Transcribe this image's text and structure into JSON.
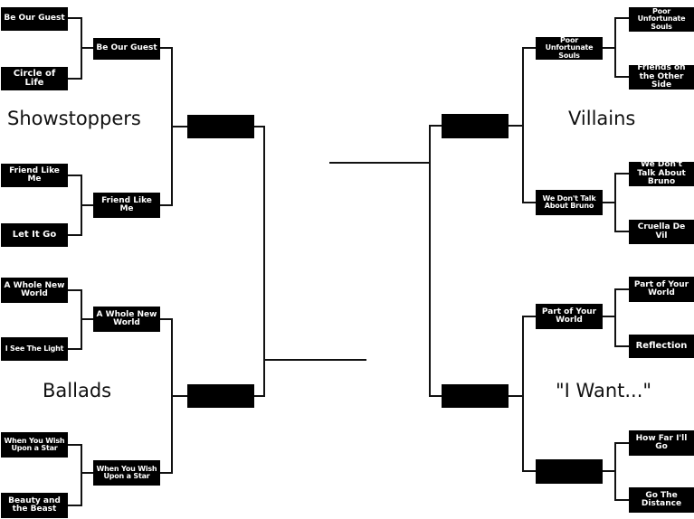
{
  "regions": {
    "top_left": "Showstoppers",
    "bottom_left": "Ballads",
    "top_right": "Villains",
    "bottom_right": "\"I Want...\""
  },
  "round1": {
    "showstoppers": [
      "Be Our Guest",
      "Circle of Life",
      "Friend Like Me",
      "Let It Go"
    ],
    "ballads": [
      "A Whole New World",
      "I See The Light",
      "When You Wish Upon a Star",
      "Beauty and the Beast"
    ],
    "villains": [
      "Poor Unfortunate Souls",
      "Friends on the Other Side",
      "We Don't Talk About Bruno",
      "Cruella De Vil"
    ],
    "i_want": [
      "Part of Your World",
      "Reflection",
      "How Far I'll Go",
      "Go The Distance"
    ]
  },
  "round2": {
    "showstoppers": [
      "Be Our Guest",
      "Friend Like Me"
    ],
    "ballads": [
      "A Whole New World",
      "When You Wish Upon a Star"
    ],
    "villains": [
      "Poor Unfortunate Souls",
      "We Don't Talk About Bruno"
    ],
    "i_want": [
      "Part of Your World",
      ""
    ]
  },
  "region_final": {
    "showstoppers": "",
    "ballads": "",
    "villains": "",
    "i_want": ""
  }
}
